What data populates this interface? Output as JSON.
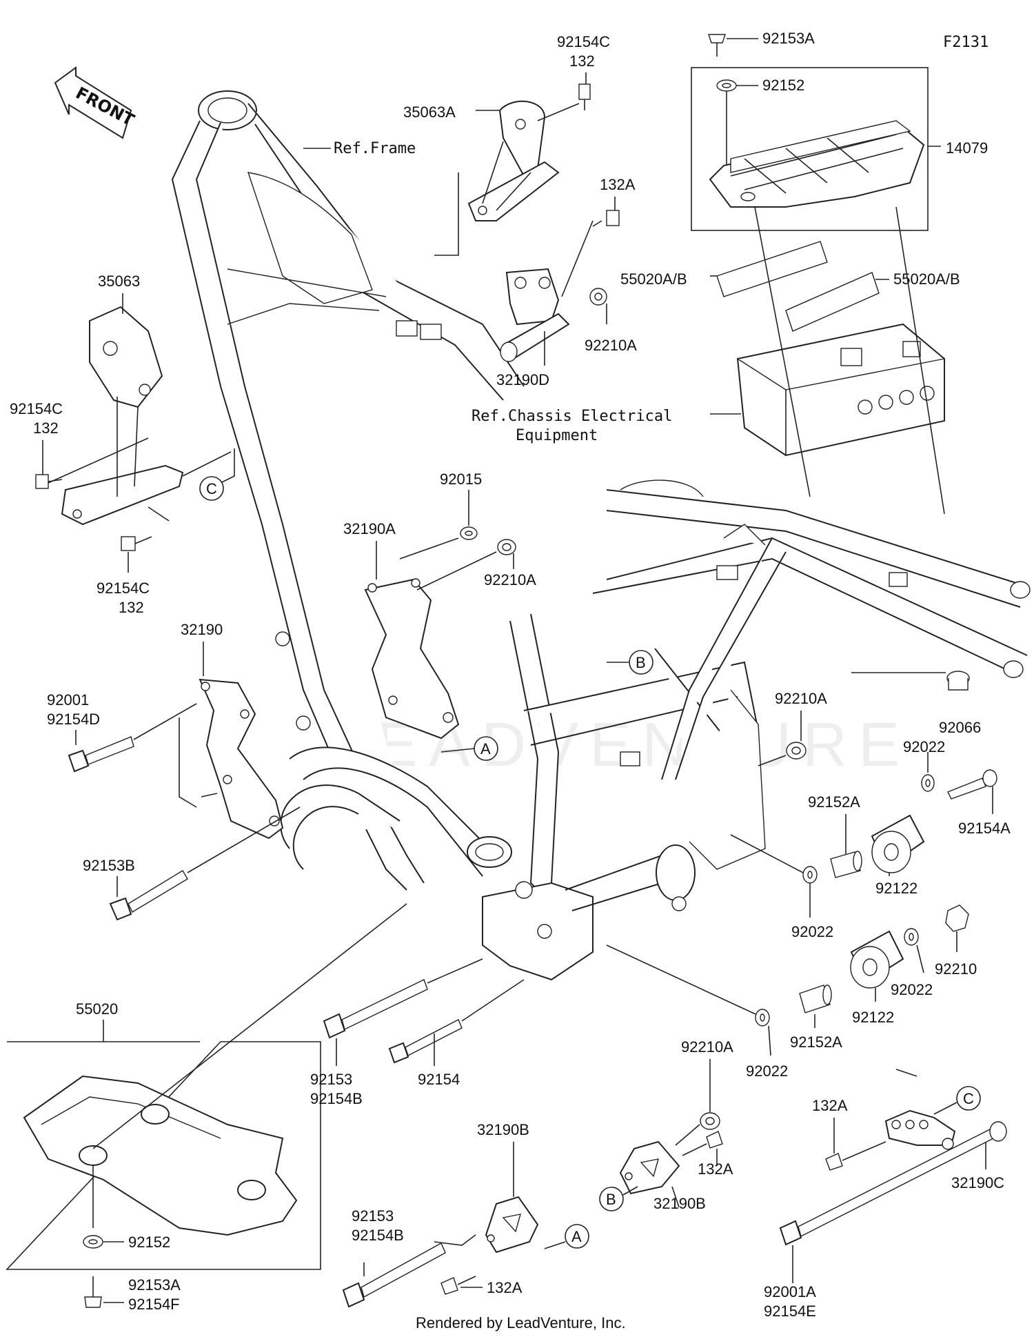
{
  "diagram_code": "F2131",
  "front_label": "FRONT",
  "ref_frame": "Ref.Frame",
  "ref_electrical_line1": "Ref.Chassis Electrical",
  "ref_electrical_line2": "Equipment",
  "callouts": {
    "a": "A",
    "b": "B",
    "c": "C"
  },
  "parts": {
    "p92154C_top": "92154C",
    "p132_top": "132",
    "p35063A": "35063A",
    "p132A_top": "132A",
    "p92153A_top": "92153A",
    "p92152_top": "92152",
    "p14079": "14079",
    "p55020AB_left": "55020A/B",
    "p55020AB_right": "55020A/B",
    "p92210A_top": "92210A",
    "p32190D": "32190D",
    "p35063": "35063",
    "p92154C_left": "92154C",
    "p132_left": "132",
    "p92154C_low": "92154C",
    "p132_low": "132",
    "p92015": "92015",
    "p32190A": "32190A",
    "p92210A_mid": "92210A",
    "p32190": "32190",
    "p92001": "92001",
    "p92154D": "92154D",
    "p92066": "92066",
    "p92210A_right": "92210A",
    "p92022_r1": "92022",
    "p92154A": "92154A",
    "p92152A_r1": "92152A",
    "p92122_r1": "92122",
    "p92153B": "92153B",
    "p92022_r2": "92022",
    "p92210": "92210",
    "p92022_r3": "92022",
    "p92122_r2": "92122",
    "p92152A_r2": "92152A",
    "p92022_r4": "92022",
    "p55020": "55020",
    "p92153_mid": "92153",
    "p92154B_mid": "92154B",
    "p92154": "92154",
    "p92210A_bot": "92210A",
    "p132A_right": "132A",
    "p32190C": "32190C",
    "p32190B_top": "32190B",
    "p132A_mid": "132A",
    "p32190B_bot": "32190B",
    "p92153_bot": "92153",
    "p92154B_bot": "92154B",
    "p132A_bot": "132A",
    "p92152_bot": "92152",
    "p92153A_bot": "92153A",
    "p92154F": "92154F",
    "p92001A": "92001A",
    "p92154E": "92154E"
  },
  "watermark": "LEADVENTURE",
  "footer": "Rendered by LeadVenture, Inc."
}
